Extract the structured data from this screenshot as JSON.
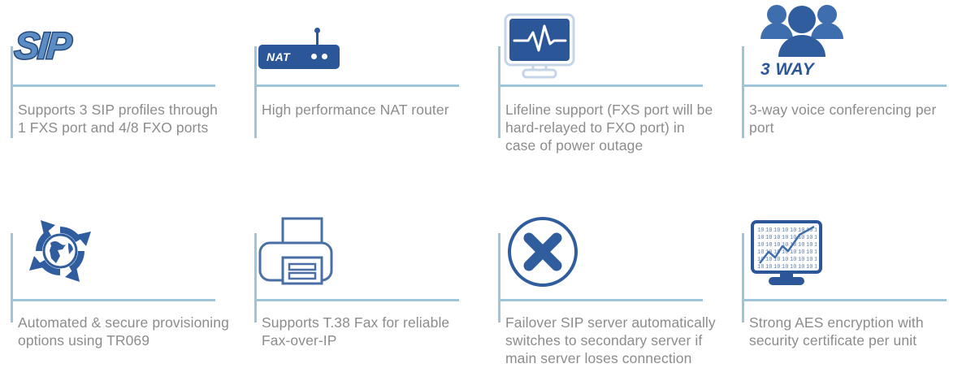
{
  "theme": {
    "icon_blue": "#2b5697",
    "rule_blue": "#9fc5d8",
    "caption_gray": "#8c8c8c",
    "background": "#ffffff"
  },
  "features": [
    {
      "icon": "sip-logo-icon",
      "icon_text": "SIP",
      "caption": "Supports 3 SIP profiles through 1 FXS port and 4/8 FXO ports"
    },
    {
      "icon": "nat-router-icon",
      "icon_text": "NAT",
      "caption": "High performance NAT router"
    },
    {
      "icon": "monitor-pulse-icon",
      "icon_text": "",
      "caption": "Lifeline support (FXS port will be hard-relayed to FXO port) in case of power outage"
    },
    {
      "icon": "three-users-icon",
      "icon_text": "3 WAY",
      "caption": "3-way voice conferencing per port"
    },
    {
      "icon": "globe-refresh-icon",
      "icon_text": "",
      "caption": "Automated & secure provisioning options using TR069"
    },
    {
      "icon": "printer-fax-icon",
      "icon_text": "",
      "caption": "Supports T.38 Fax for reliable Fax-over-IP"
    },
    {
      "icon": "circle-x-icon",
      "icon_text": "",
      "caption": "Failover SIP server automatically switches to secondary server if main server loses connection"
    },
    {
      "icon": "monitor-binary-chart-icon",
      "icon_text": "",
      "caption": "Strong AES encryption with security certificate per unit"
    }
  ]
}
